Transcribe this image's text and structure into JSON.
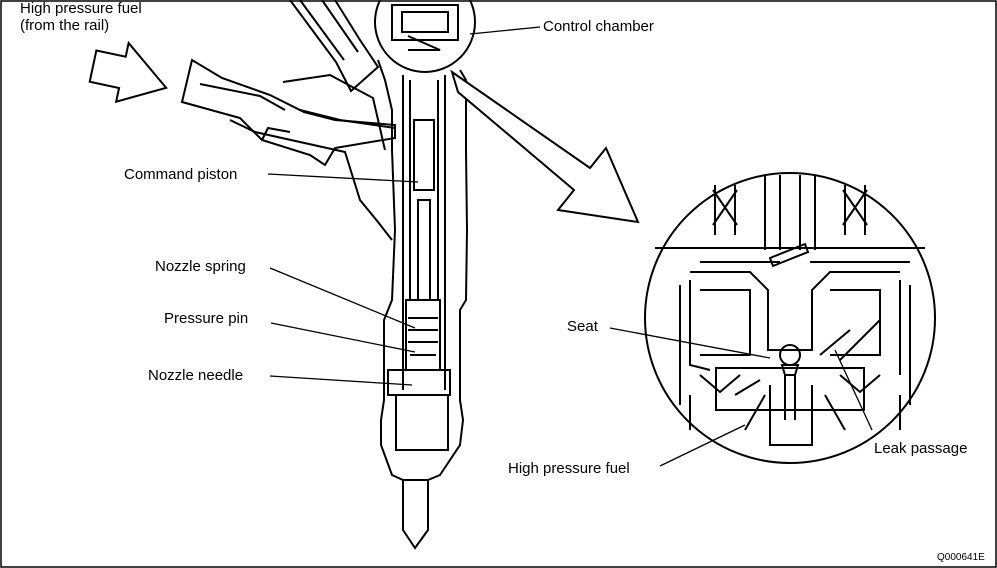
{
  "labels": {
    "high_pressure_fuel_line1": "High pressure fuel",
    "high_pressure_fuel_line2": "(from the rail)",
    "control_chamber": "Control chamber",
    "command_piston": "Command piston",
    "nozzle_spring": "Nozzle spring",
    "pressure_pin": "Pressure pin",
    "nozzle_needle": "Nozzle needle",
    "seat": "Seat",
    "leak_passage": "Leak passage",
    "high_pressure_fuel_detail": "High pressure fuel",
    "figure_code": "Q000641E"
  },
  "colors": {
    "stroke": "#000000",
    "background": "#ffffff"
  }
}
